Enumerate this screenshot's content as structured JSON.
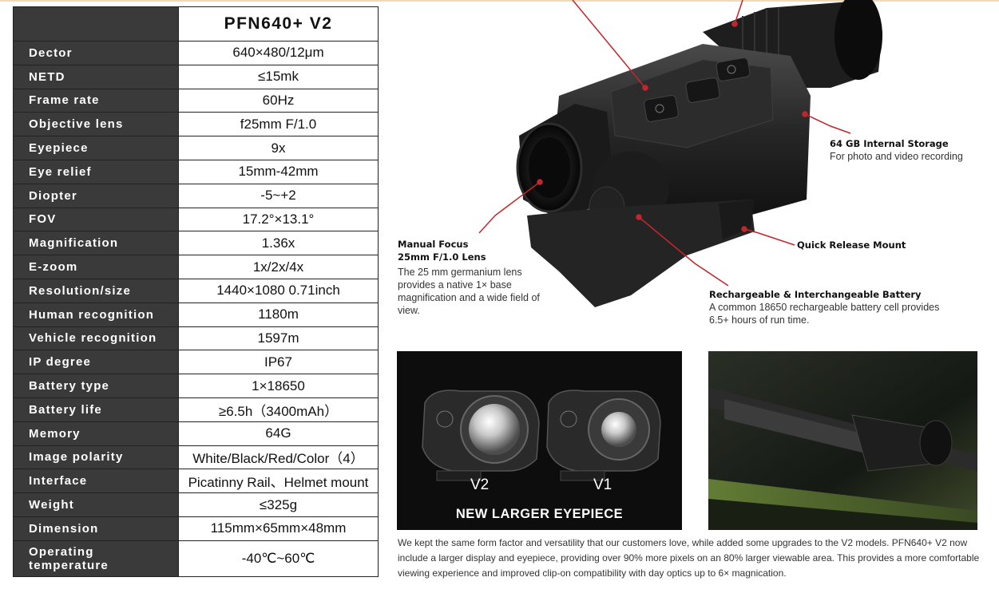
{
  "spec_table": {
    "model": "PFN640+ V2",
    "rows": [
      {
        "label": "Dector",
        "value": "640×480/12μm"
      },
      {
        "label": "NETD",
        "value": "≤15mk"
      },
      {
        "label": "Frame rate",
        "value": "60Hz"
      },
      {
        "label": "Objective lens",
        "value": "f25mm F/1.0"
      },
      {
        "label": "Eyepiece",
        "value": "9x"
      },
      {
        "label": "Eye relief",
        "value": "15mm-42mm"
      },
      {
        "label": "Diopter",
        "value": "-5~+2"
      },
      {
        "label": "FOV",
        "value": "17.2°×13.1°"
      },
      {
        "label": "Magnification",
        "value": "1.36x"
      },
      {
        "label": "E-zoom",
        "value": "1x/2x/4x"
      },
      {
        "label": "Resolution/size",
        "value": "1440×1080 0.71inch"
      },
      {
        "label": "Human recognition",
        "value": "1180m"
      },
      {
        "label": "Vehicle recognition",
        "value": "1597m"
      },
      {
        "label": "IP degree",
        "value": "IP67"
      },
      {
        "label": "Battery type",
        "value": "1×18650"
      },
      {
        "label": "Battery life",
        "value": "≥6.5h（3400mAh）"
      },
      {
        "label": "Memory",
        "value": "64G"
      },
      {
        "label": "Image polarity",
        "value": "White/Black/Red/Color（4）"
      },
      {
        "label": "Interface",
        "value": "Picatinny Rail、Helmet mount"
      },
      {
        "label": "Weight",
        "value": "≤325g"
      },
      {
        "label": "Dimension",
        "value": "115mm×65mm×48mm"
      }
    ],
    "last_row": {
      "label_line1": "Operating",
      "label_line2": "temperature",
      "value": "-40℃~60℃"
    }
  },
  "callouts": {
    "storage": {
      "title": "64 GB Internal Storage",
      "text": "For photo and video recording"
    },
    "mount": {
      "title": "Quick Release Mount"
    },
    "focus": {
      "title_line1": "Manual Focus",
      "title_line2": "25mm F/1.0 Lens",
      "text": "The 25 mm germanium lens provides a native 1× base magnification and a wide field of view."
    },
    "battery": {
      "title": "Rechargeable & Interchangeable Battery",
      "text": "A common 18650 rechargeable battery cell provides 6.5+ hours of run time."
    }
  },
  "eyepiece_panel": {
    "left_label": "V2",
    "right_label": "V1",
    "caption": "NEW LARGER EYEPIECE"
  },
  "description": "We kept the same form factor and versatility that our customers love, while added some upgrades to the V2 models. PFN640+ V2 now include a larger display and eyepiece, providing over 90% more pixels on an 80% larger viewable area. This provides a more comfortable viewing experience and improved clip-on compatibility with day optics up to 6× magnication.",
  "colors": {
    "label_bg": "#3a3a3a",
    "callout_line": "#c0272d"
  }
}
